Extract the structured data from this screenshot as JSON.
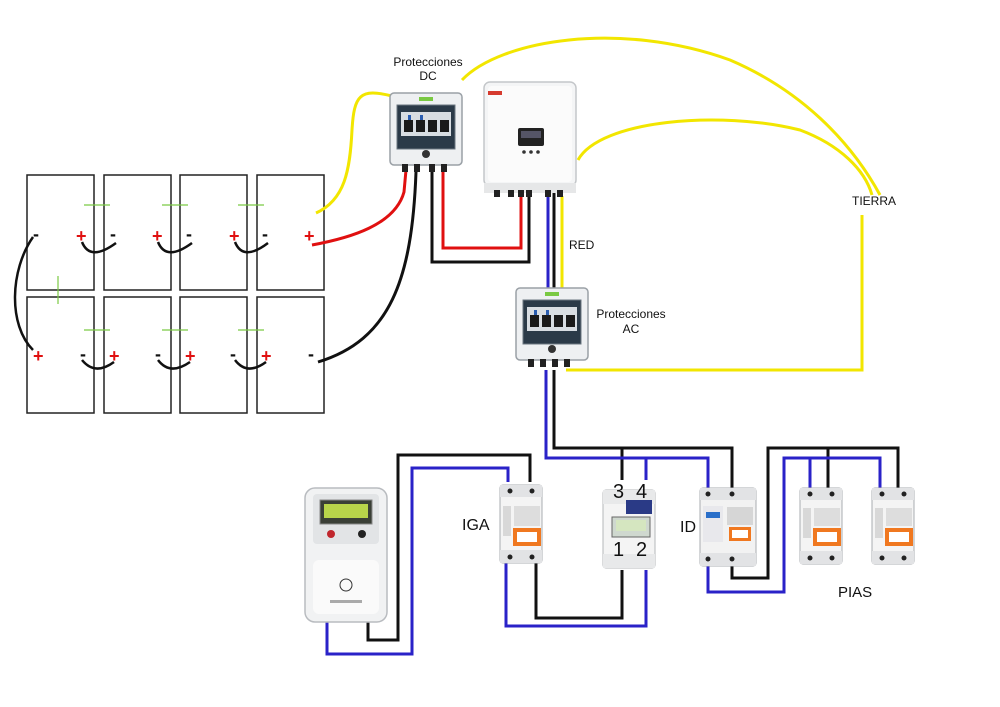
{
  "labels": {
    "dc_protection_line1": "Protecciones",
    "dc_protection_line2": "DC",
    "ac_protection_line1": "Protecciones",
    "ac_protection_line2": "AC",
    "tierra": "TIERRA",
    "red": "RED",
    "iga": "IGA",
    "id": "ID",
    "pias": "PIAS",
    "meter_terminal_3": "3",
    "meter_terminal_4": "4",
    "meter_terminal_1": "1",
    "meter_terminal_2": "2"
  },
  "panels": {
    "plus": "+",
    "minus": "-"
  },
  "colors": {
    "positive_wire": "#e01010",
    "negative_wire": "#111111",
    "earth_wire": "#f2e600",
    "neutral_wire": "#2a22c8",
    "plus_sign": "#e01010",
    "minus_sign": "#111111"
  }
}
